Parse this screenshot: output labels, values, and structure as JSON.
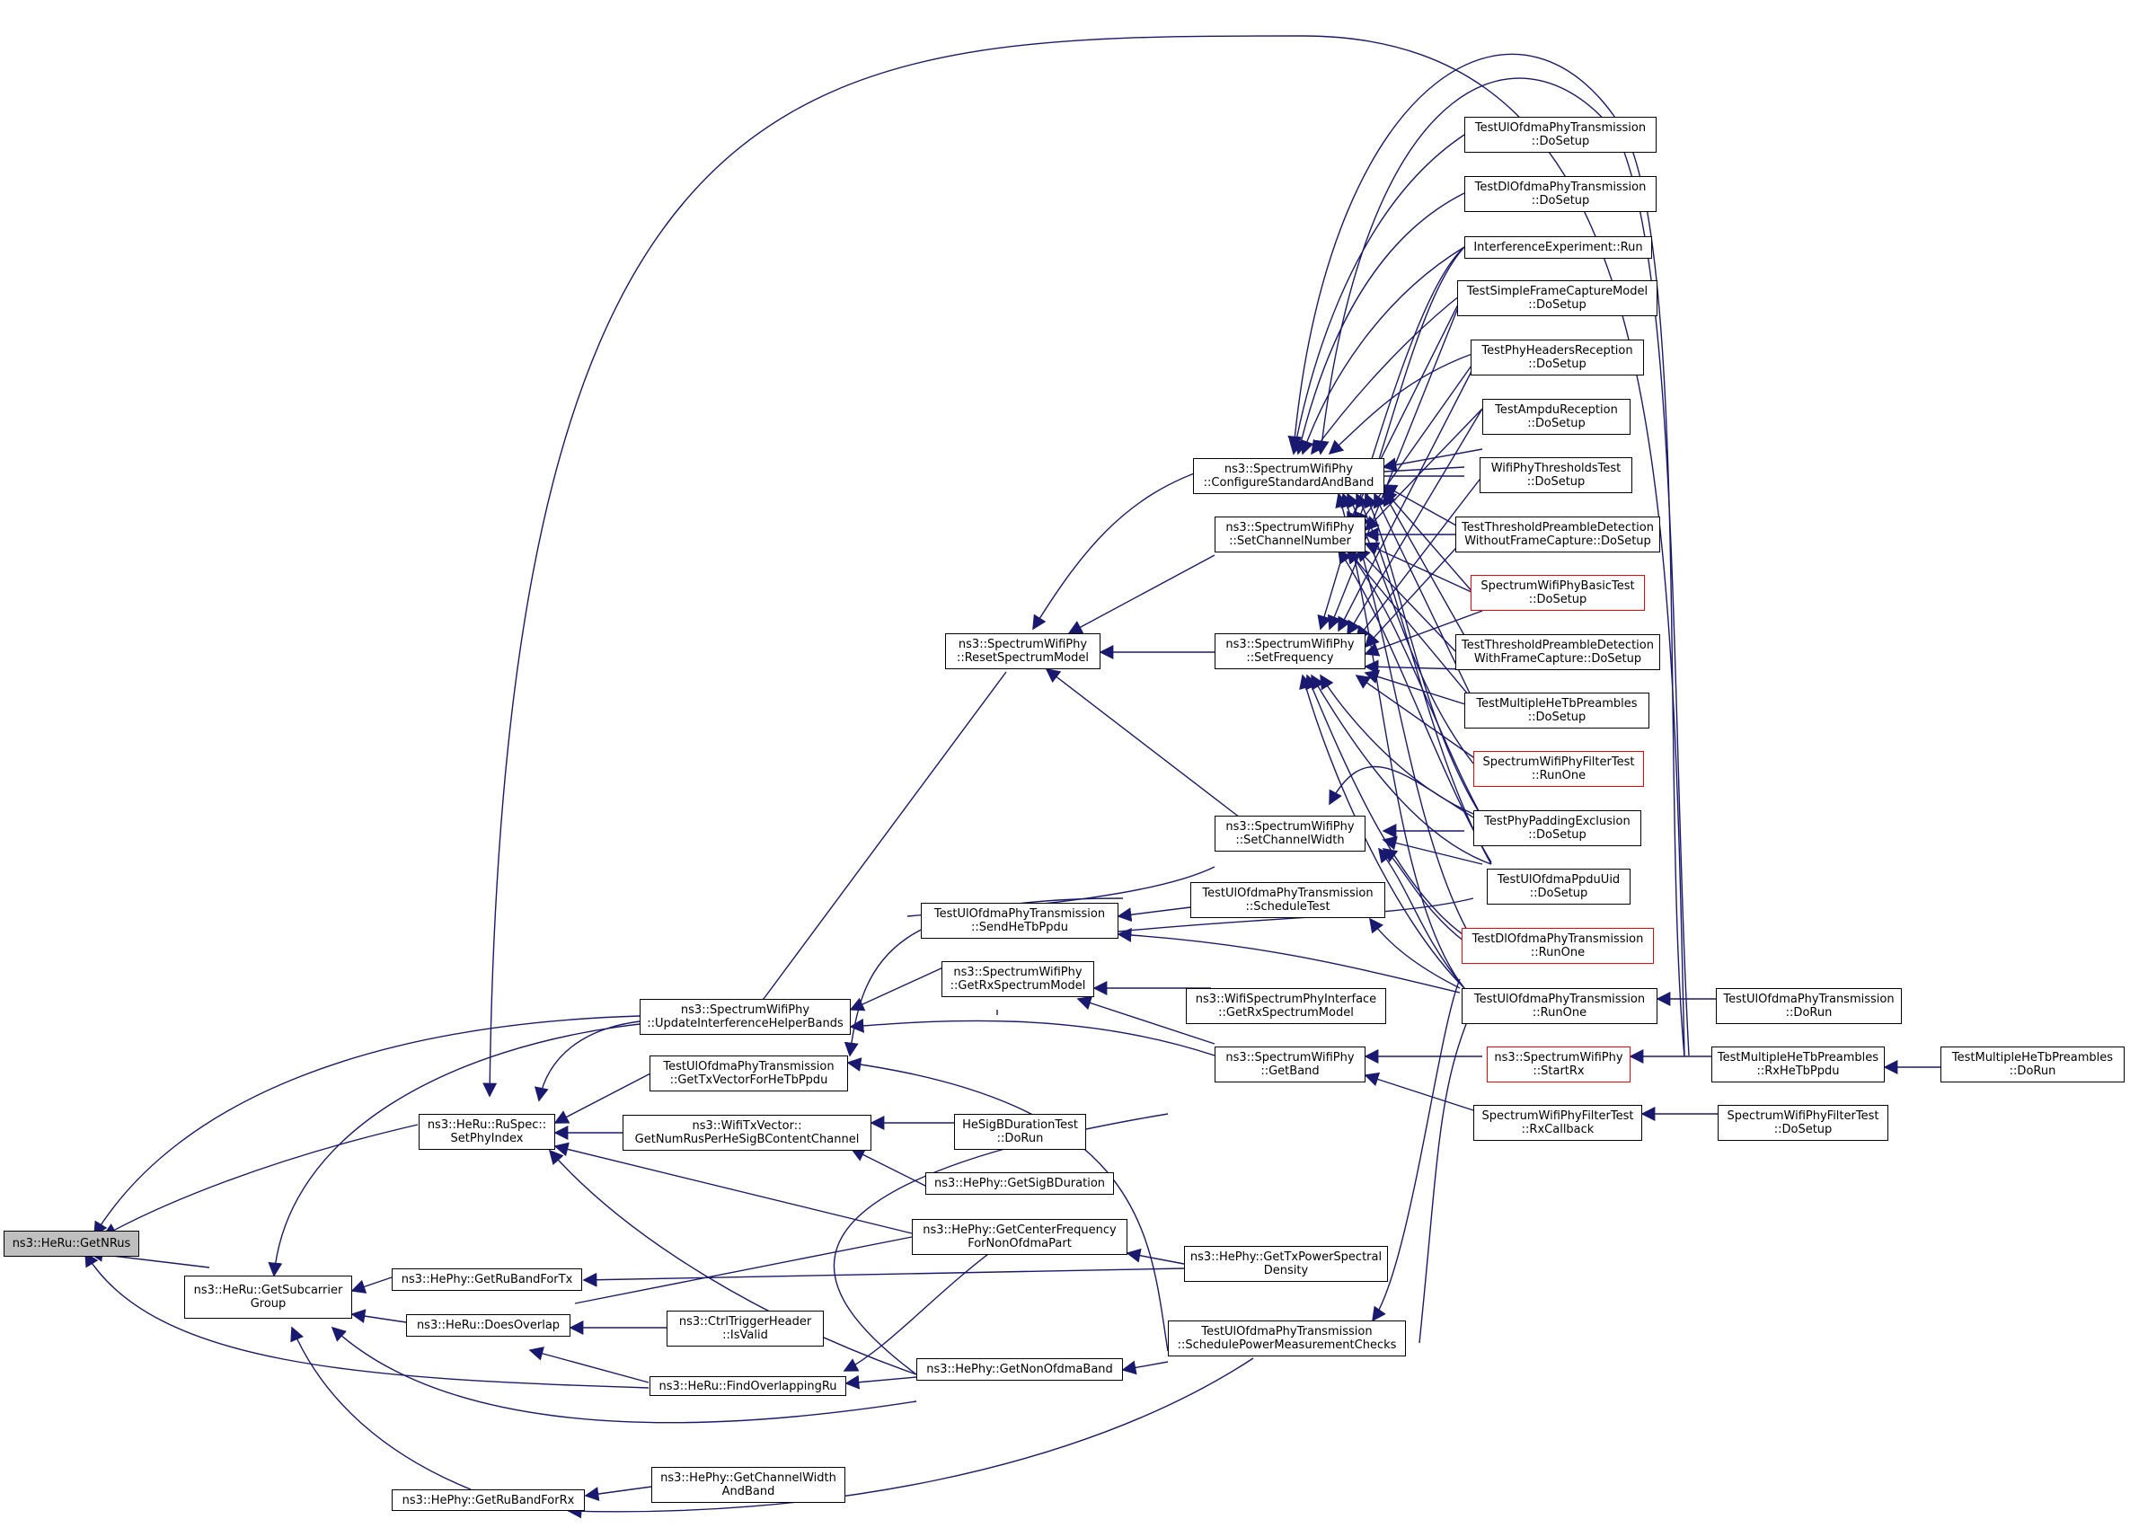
{
  "colors": {
    "edge": "#191970",
    "node_border": "#000000",
    "node_border_truncated": "#ff0000",
    "root_fill": "#bfbfbf",
    "background": "#ffffff"
  },
  "nodes": {
    "getnrus": {
      "lines": [
        "ns3::HeRu::GetNRus"
      ]
    },
    "getsubcarriergroup": {
      "lines": [
        "ns3::HeRu::GetSubcarrier",
        "Group"
      ]
    },
    "setphyindex": {
      "lines": [
        "ns3::HeRu::RuSpec::",
        "SetPhyIndex"
      ]
    },
    "updateinterference": {
      "lines": [
        "ns3::SpectrumWifiPhy",
        "::UpdateInterferenceHelperBands"
      ]
    },
    "findoverlappingru": {
      "lines": [
        "ns3::HeRu::FindOverlappingRu"
      ]
    },
    "getrubandfortx": {
      "lines": [
        "ns3::HePhy::GetRuBandForTx"
      ]
    },
    "doesoverlap": {
      "lines": [
        "ns3::HeRu::DoesOverlap"
      ]
    },
    "getrubandforrx": {
      "lines": [
        "ns3::HePhy::GetRuBandForRx"
      ]
    },
    "gettxvectorforhetbppdu": {
      "lines": [
        "TestUlOfdmaPhyTransmission",
        "::GetTxVectorForHeTbPpdu"
      ]
    },
    "getnumrusperhesigb": {
      "lines": [
        "ns3::WifiTxVector::",
        "GetNumRusPerHeSigBContentChannel"
      ]
    },
    "isvalid": {
      "lines": [
        "ns3::CtrlTriggerHeader",
        "::IsValid"
      ]
    },
    "getchannelwidthandband": {
      "lines": [
        "ns3::HePhy::GetChannelWidth",
        "AndBand"
      ]
    },
    "sendhetbppdu": {
      "lines": [
        "TestUlOfdmaPhyTransmission",
        "::SendHeTbPpdu"
      ]
    },
    "getrxspectrummodel": {
      "lines": [
        "ns3::SpectrumWifiPhy",
        "::GetRxSpectrumModel"
      ]
    },
    "resetspectrummodel": {
      "lines": [
        "ns3::SpectrumWifiPhy",
        "::ResetSpectrumModel"
      ]
    },
    "hesigbdurationtest": {
      "lines": [
        "HeSigBDurationTest",
        "::DoRun"
      ]
    },
    "getsigbduration": {
      "lines": [
        "ns3::HePhy::GetSigBDuration"
      ]
    },
    "getcenterfrequency": {
      "lines": [
        "ns3::HePhy::GetCenterFrequency",
        "ForNonOfdmaPart"
      ]
    },
    "getnonofdmaband": {
      "lines": [
        "ns3::HePhy::GetNonOfdmaBand"
      ]
    },
    "configurestandard": {
      "lines": [
        "ns3::SpectrumWifiPhy",
        "::ConfigureStandardAndBand"
      ]
    },
    "setchannelnumber": {
      "lines": [
        "ns3::SpectrumWifiPhy",
        "::SetChannelNumber"
      ]
    },
    "setfrequency": {
      "lines": [
        "ns3::SpectrumWifiPhy",
        "::SetFrequency"
      ]
    },
    "setchannelwidth": {
      "lines": [
        "ns3::SpectrumWifiPhy",
        "::SetChannelWidth"
      ]
    },
    "scheduletest": {
      "lines": [
        "TestUlOfdmaPhyTransmission",
        "::ScheduleTest"
      ]
    },
    "wifispectrumgetrx": {
      "lines": [
        "ns3::WifiSpectrumPhyInterface",
        "::GetRxSpectrumModel"
      ]
    },
    "getband": {
      "lines": [
        "ns3::SpectrumWifiPhy",
        "::GetBand"
      ]
    },
    "gettxpowerspectral": {
      "lines": [
        "ns3::HePhy::GetTxPowerSpectral",
        "Density"
      ]
    },
    "schedulepowermeasurement": {
      "lines": [
        "TestUlOfdmaPhyTransmission",
        "::SchedulePowerMeasurementChecks"
      ]
    },
    "ulofdmadosetup": {
      "lines": [
        "TestUlOfdmaPhyTransmission",
        "::DoSetup"
      ]
    },
    "dlofdmadosetup": {
      "lines": [
        "TestDlOfdmaPhyTransmission",
        "::DoSetup"
      ]
    },
    "interferencerun": {
      "lines": [
        "InterferenceExperiment::Run"
      ]
    },
    "simpleframecapture": {
      "lines": [
        "TestSimpleFrameCaptureModel",
        "::DoSetup"
      ]
    },
    "phyheadersreception": {
      "lines": [
        "TestPhyHeadersReception",
        "::DoSetup"
      ]
    },
    "ampdureception": {
      "lines": [
        "TestAmpduReception",
        "::DoSetup"
      ]
    },
    "wifiphythresholds": {
      "lines": [
        "WifiPhyThresholdsTest",
        "::DoSetup"
      ]
    },
    "thresholdwithout": {
      "lines": [
        "TestThresholdPreambleDetection",
        "WithoutFrameCapture::DoSetup"
      ]
    },
    "spectrumbasictest": {
      "lines": [
        "SpectrumWifiPhyBasicTest",
        "::DoSetup"
      ]
    },
    "thresholdwith": {
      "lines": [
        "TestThresholdPreambleDetection",
        "WithFrameCapture::DoSetup"
      ]
    },
    "multiplehetbdosetup": {
      "lines": [
        "TestMultipleHeTbPreambles",
        "::DoSetup"
      ]
    },
    "filtertestrunone": {
      "lines": [
        "SpectrumWifiPhyFilterTest",
        "::RunOne"
      ]
    },
    "paddingexclusion": {
      "lines": [
        "TestPhyPaddingExclusion",
        "::DoSetup"
      ]
    },
    "ulofdmappduuid": {
      "lines": [
        "TestUlOfdmaPpduUid",
        "::DoSetup"
      ]
    },
    "dlofdmarunone": {
      "lines": [
        "TestDlOfdmaPhyTransmission",
        "::RunOne"
      ]
    },
    "ulofdmarunone": {
      "lines": [
        "TestUlOfdmaPhyTransmission",
        "::RunOne"
      ]
    },
    "startrx": {
      "lines": [
        "ns3::SpectrumWifiPhy",
        "::StartRx"
      ]
    },
    "filterrxcallback": {
      "lines": [
        "SpectrumWifiPhyFilterTest",
        "::RxCallback"
      ]
    },
    "ulofdmadorun": {
      "lines": [
        "TestUlOfdmaPhyTransmission",
        "::DoRun"
      ]
    },
    "multiplerxhetbppdu": {
      "lines": [
        "TestMultipleHeTbPreambles",
        "::RxHeTbPpdu"
      ]
    },
    "filtertestdosetup": {
      "lines": [
        "SpectrumWifiPhyFilterTest",
        "::DoSetup"
      ]
    },
    "multiplehetbdorun": {
      "lines": [
        "TestMultipleHeTbPreambles",
        "::DoRun"
      ]
    }
  }
}
